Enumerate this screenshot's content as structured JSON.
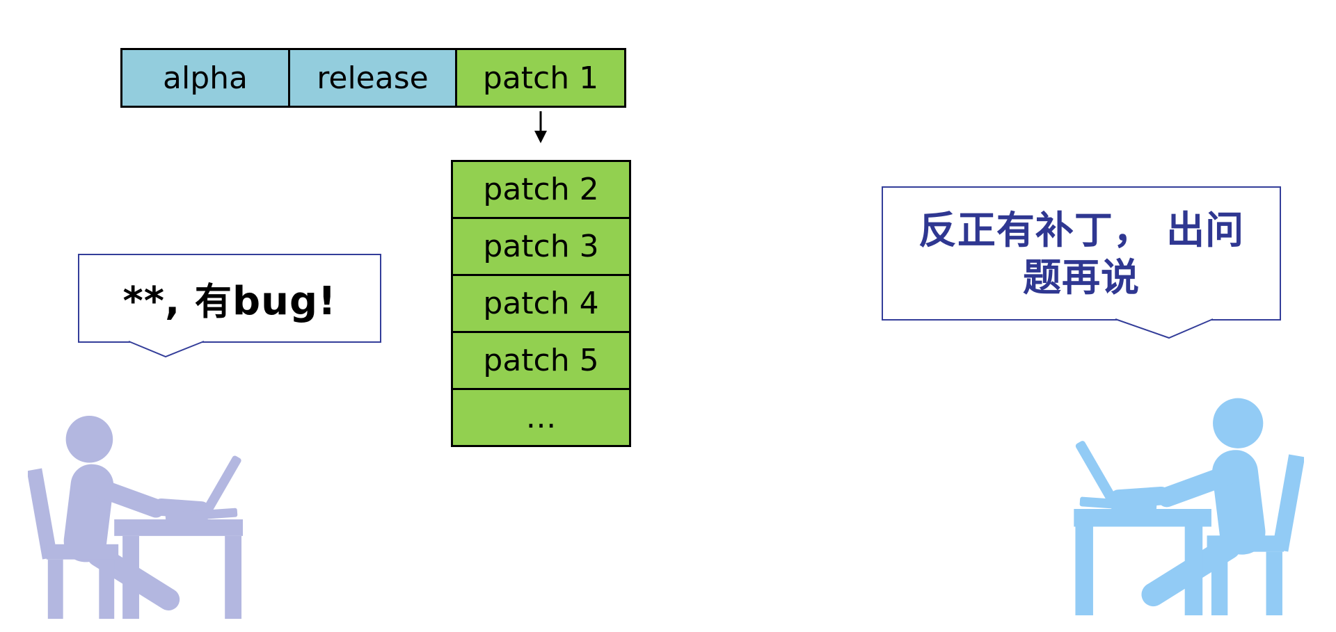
{
  "colors": {
    "cell_blue": "#93CDDD",
    "cell_green": "#92D050",
    "cell_border": "#000000",
    "bubble_border": "#333D99",
    "bubble_text_navy": "#2F3791",
    "person_left": "#B3B7E0",
    "person_right": "#92CBF5"
  },
  "release_row": {
    "cells": [
      {
        "label": "alpha",
        "type": "blue"
      },
      {
        "label": "release",
        "type": "blue"
      },
      {
        "label": "patch 1",
        "type": "green"
      }
    ]
  },
  "patch_stack": {
    "cells": [
      "patch 2",
      "patch 3",
      "patch 4",
      "patch 5",
      "…"
    ]
  },
  "bubbles": {
    "left": {
      "prefix": "**, ",
      "han": "有",
      "suffix": "bug!",
      "full_text": "**, 有bug!"
    },
    "right": {
      "line1": "反正有补丁， 出问",
      "line2": "题再说",
      "full_text": "反正有补丁，出问题再说"
    }
  },
  "icons": {
    "arrow": "down-arrow",
    "left_person": "person-working-at-desk-with-laptop",
    "right_person": "person-working-at-desk-with-laptop-mirrored"
  }
}
